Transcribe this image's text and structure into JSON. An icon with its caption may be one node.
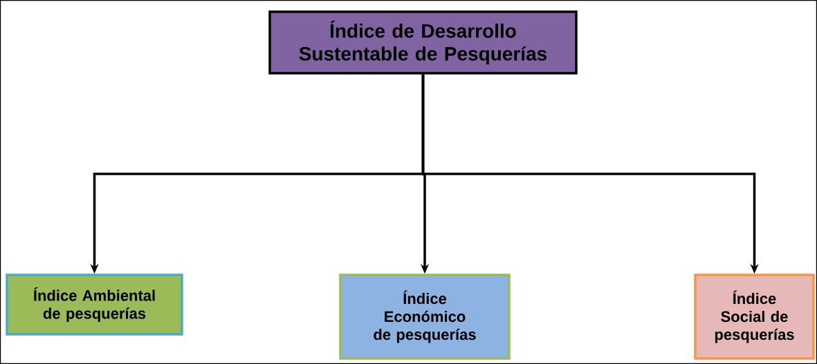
{
  "diagram": {
    "nodes": [
      {
        "text": [
          "Índice de Desarrollo Sustentable de Pesquerías"
        ]
      },
      {
        "text": [
          "Índice Ambiental de pesquerías"
        ]
      },
      {
        "text": [
          "Índice Económico de pesquerías"
        ]
      },
      {
        "text": [
          "Índice Social de pesquerías"
        ]
      }
    ],
    "edges": [
      {
        "from": 0,
        "to": 1,
        "arrow": "to"
      },
      {
        "from": 0,
        "to": 2,
        "arrow": "to"
      },
      {
        "from": 0,
        "to": 3,
        "arrow": "to"
      }
    ]
  }
}
